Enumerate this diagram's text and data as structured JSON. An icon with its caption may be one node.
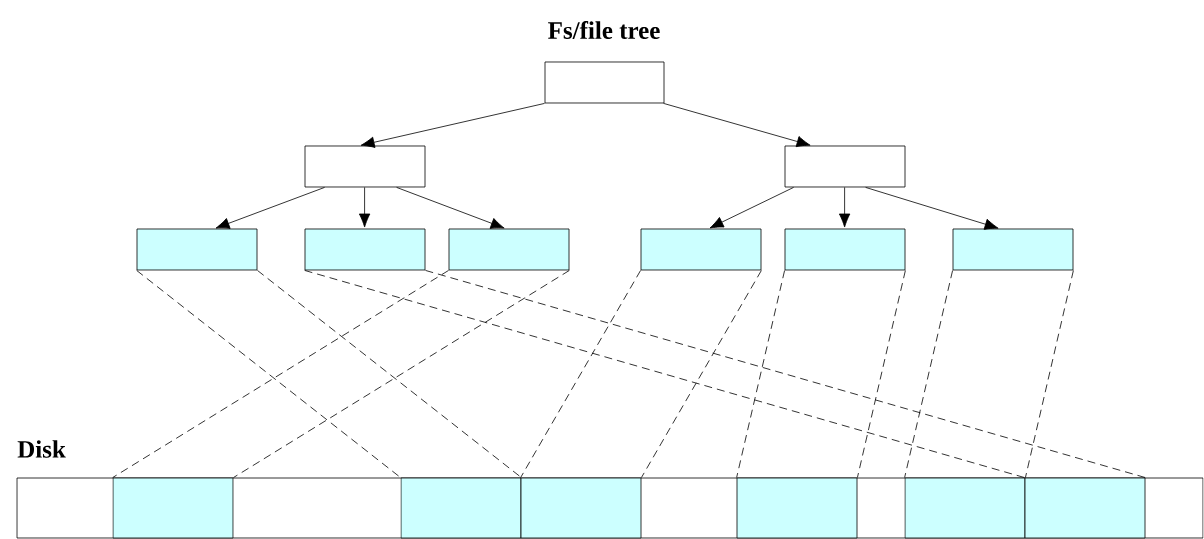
{
  "diagram": {
    "title": "Fs/file tree",
    "nodes": [
      {
        "text": [],
        "shape": "box"
      },
      {
        "text": [],
        "shape": "box"
      },
      {
        "text": [],
        "shape": "box"
      },
      {
        "text": [],
        "shape": "box"
      },
      {
        "text": [],
        "shape": "box"
      },
      {
        "text": [],
        "shape": "box"
      },
      {
        "text": [],
        "shape": "box"
      },
      {
        "text": [],
        "shape": "box"
      },
      {
        "text": [],
        "shape": "box"
      },
      {
        "text": [
          "Disk"
        ]
      },
      {
        "text": [],
        "shape": "box",
        "in": 9
      },
      {
        "text": [],
        "shape": "box",
        "in": 9
      },
      {
        "text": [],
        "shape": "box",
        "in": 9
      },
      {
        "text": [],
        "shape": "box",
        "in": 9
      },
      {
        "text": [],
        "shape": "box",
        "in": 9
      },
      {
        "text": [],
        "shape": "box",
        "in": 9
      }
    ],
    "edges": [
      {
        "from": 0,
        "to": 1,
        "arrow": "to"
      },
      {
        "from": 0,
        "to": 2,
        "arrow": "to"
      },
      {
        "from": 1,
        "to": 3,
        "arrow": "to"
      },
      {
        "from": 1,
        "to": 4,
        "arrow": "to"
      },
      {
        "from": 1,
        "to": 5,
        "arrow": "to"
      },
      {
        "from": 2,
        "to": 6,
        "arrow": "to"
      },
      {
        "from": 2,
        "to": 7,
        "arrow": "to"
      },
      {
        "from": 2,
        "to": 8,
        "arrow": "to"
      },
      {
        "from": 3,
        "to": 11,
        "arrow": "none",
        "style": "dashed"
      },
      {
        "from": 4,
        "to": 15,
        "arrow": "none",
        "style": "dashed"
      },
      {
        "from": 5,
        "to": 10,
        "arrow": "none",
        "style": "dashed"
      },
      {
        "from": 6,
        "to": 12,
        "arrow": "none",
        "style": "dashed"
      },
      {
        "from": 7,
        "to": 13,
        "arrow": "none",
        "style": "dashed"
      },
      {
        "from": 8,
        "to": 14,
        "arrow": "none",
        "style": "dashed"
      }
    ]
  }
}
